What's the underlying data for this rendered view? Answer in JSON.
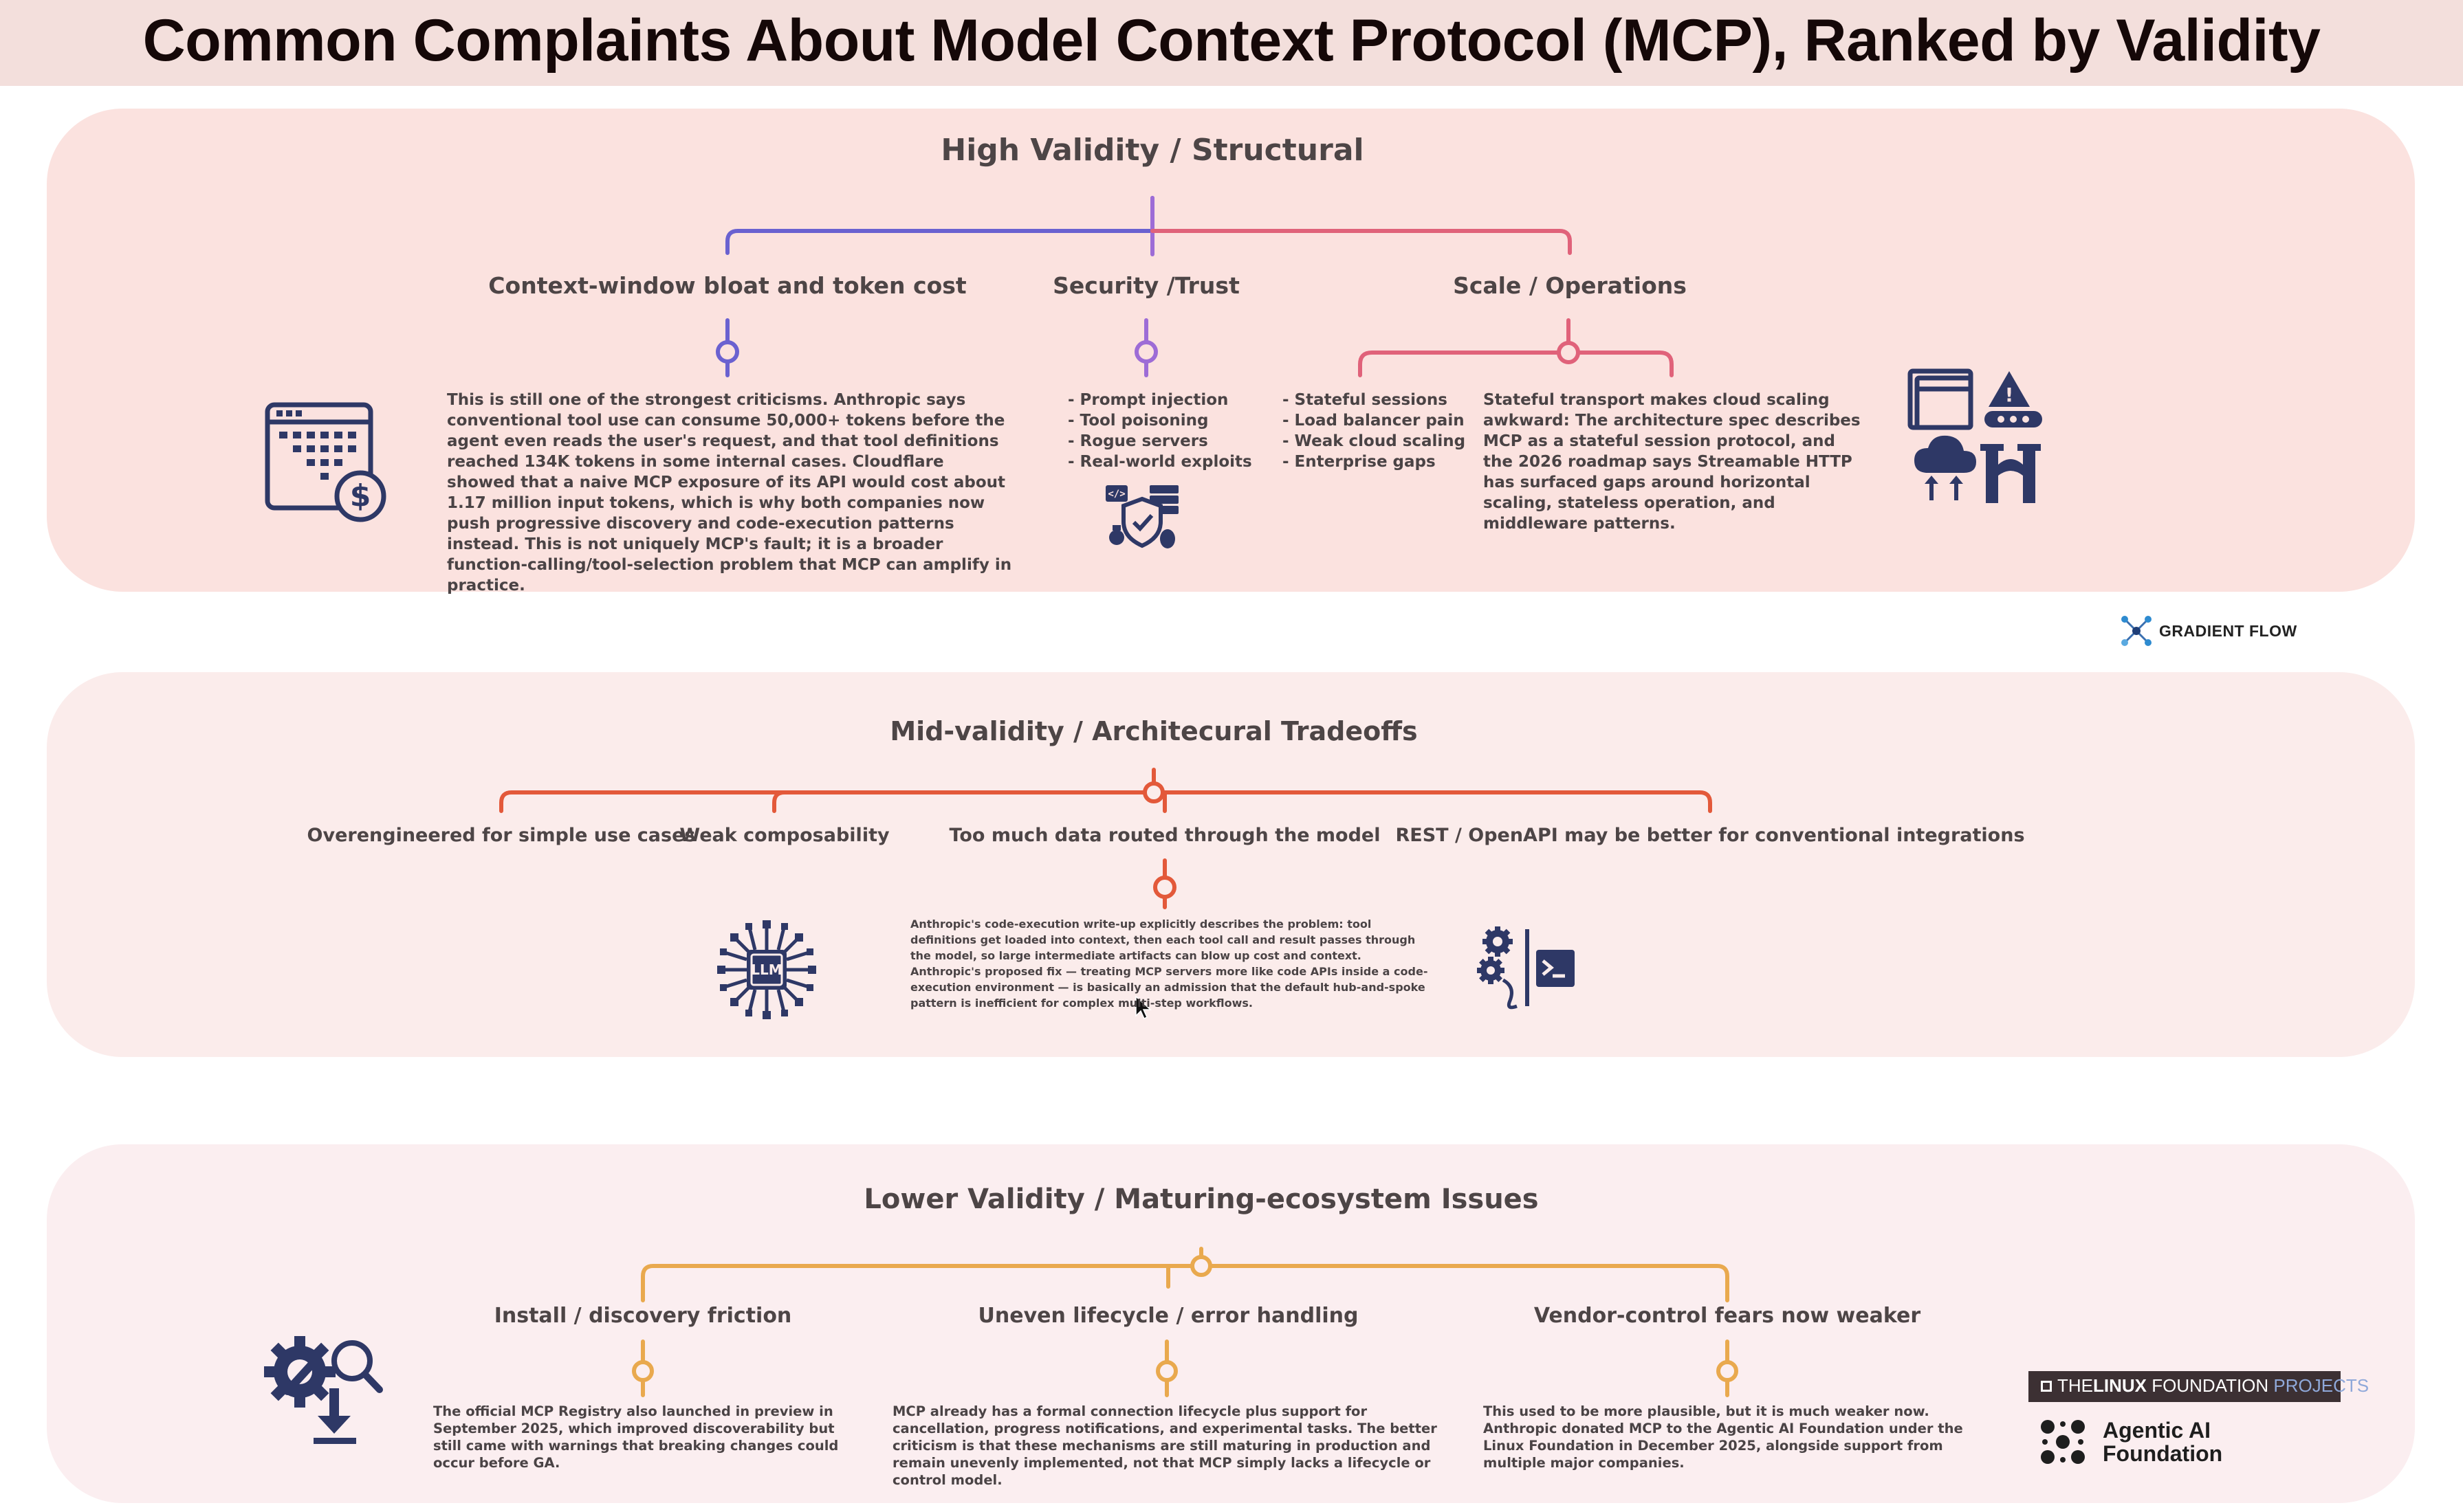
{
  "title": "Common Complaints About Model Context Protocol (MCP), Ranked by Validity",
  "colors": {
    "title_bar": "#f3dfdc",
    "panel_high": "#fbe2df",
    "panel_mid": "#fbeceb",
    "panel_low": "#fbeef0",
    "branch_blue": "#6a61d0",
    "branch_purple": "#9d6cd6",
    "branch_pink": "#e0627a",
    "branch_orange": "#e3593a",
    "branch_amber": "#e9a94e",
    "icon_navy": "#2e3866"
  },
  "high": {
    "title": "High Validity / Structural",
    "context": {
      "label": "Context-window bloat and token cost",
      "text": "This is still one of the strongest criticisms. Anthropic says conventional tool use can consume 50,000+ tokens before the agent even reads the user's request, and that tool definitions reached 134K tokens in some internal cases. Cloudflare showed that a naive MCP exposure of its API would cost about 1.17 million input tokens, which is why both companies now push progressive discovery and code-execution patterns instead. This is not uniquely MCP's fault; it is a broader function-calling/tool-selection problem that MCP can amplify in practice.",
      "icon": "calendar-dollar-icon"
    },
    "security": {
      "label": "Security /Trust",
      "bullets": [
        "- Prompt injection",
        "- Tool poisoning",
        "- Rogue servers",
        "- Real-world exploits"
      ],
      "icon": "security-shield-icon"
    },
    "scale": {
      "label": "Scale / Operations",
      "bullets": [
        "- Stateful sessions",
        "- Load balancer pain",
        "- Weak cloud scaling",
        "- Enterprise gaps"
      ],
      "text": "Stateful transport makes cloud scaling awkward: The architecture spec describes MCP as a stateful session protocol, and the 2026 roadmap says Streamable HTTP has surfaced gaps around horizontal scaling, stateless operation, and middleware patterns.",
      "icon": "cloud-ops-icon"
    }
  },
  "brand": {
    "gradient_flow": "GRADIENT FLOW"
  },
  "mid": {
    "title": "Mid-validity / Architecural Tradeoffs",
    "items": [
      "Overengineered for simple use cases",
      "Weak composability",
      "Too much data routed through the model",
      "REST / OpenAPI may be better for conventional integrations"
    ],
    "text": "Anthropic's code-execution write-up explicitly describes the problem: tool definitions get loaded into context, then each tool call and result passes through the model, so large intermediate artifacts can blow up cost and context. Anthropic's proposed fix — treating MCP servers more like code APIs inside a code-execution environment — is basically an admission that the default hub-and-spoke pattern is inefficient for complex multi-step workflows.",
    "llm_label": "LLM"
  },
  "low": {
    "title": "Lower Validity / Maturing-ecosystem Issues",
    "items": [
      {
        "label": "Install / discovery friction",
        "text": "The official MCP Registry also launched in preview in September 2025, which improved discoverability but still came with warnings that breaking changes could occur before GA."
      },
      {
        "label": "Uneven lifecycle / error handling",
        "text": "MCP already has a formal connection lifecycle plus support for cancellation, progress notifications, and experimental tasks. The better criticism is that these mechanisms are still maturing in production and remain unevenly implemented, not that MCP simply lacks a lifecycle or control model."
      },
      {
        "label": "Vendor-control fears now weaker",
        "text": "This used to be more plausible, but it is much weaker now. Anthropic donated MCP to the Agentic AI Foundation under the Linux Foundation in December 2025, alongside support from multiple major companies."
      }
    ],
    "linux_foundation": {
      "the": "THE",
      "linux": "LINUX",
      "foundation": "FOUNDATION",
      "projects": "PROJECTS"
    },
    "aaif": "Agentic AI\nFoundation"
  }
}
